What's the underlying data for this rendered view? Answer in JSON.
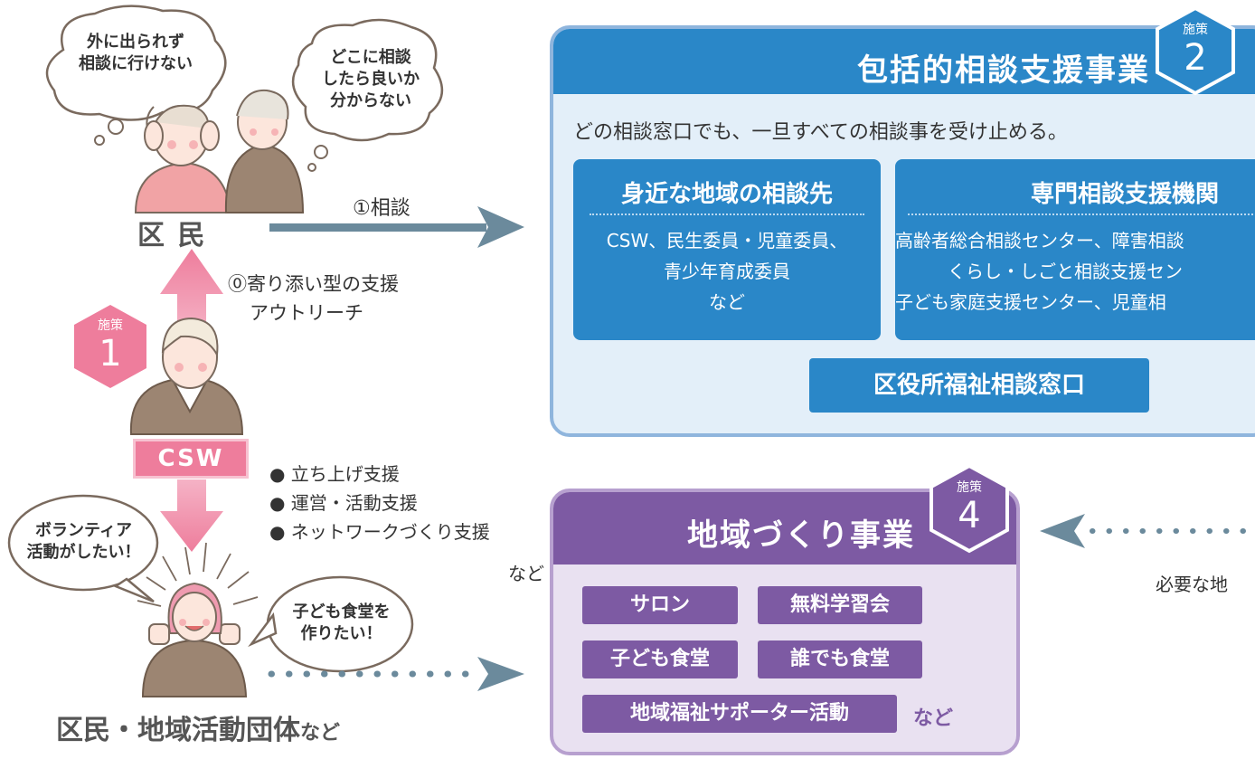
{
  "blue_box": {
    "title": "包括的相談支援事業",
    "badge_label": "施策",
    "badge_number": "2",
    "subtitle": "どの相談窓口でも、一旦すべての相談事を受け止める。",
    "local_card": {
      "title": "身近な地域の相談先",
      "lines": [
        "CSW、民生委員・児童委員、",
        "青少年育成委員",
        "など"
      ]
    },
    "specialist_card": {
      "title": "専門相談支援機関",
      "lines": [
        "高齢者総合相談センター、障害相談",
        "くらし・しごと相談支援セン",
        "子ども家庭支援センター、児童相"
      ]
    },
    "ward_window": "区役所福祉相談窓口"
  },
  "purple_box": {
    "title": "地域づくり事業",
    "badge_label": "施策",
    "badge_number": "4",
    "tags": [
      "サロン",
      "無料学習会",
      "子ども食堂",
      "誰でも食堂",
      "地域福祉サポーター活動"
    ],
    "etc": "など"
  },
  "residents": {
    "label": "区 民",
    "bubble_left": [
      "外に出られず",
      "相談に行けない"
    ],
    "bubble_right": [
      "どこに相談",
      "したら良いか",
      "分からない"
    ],
    "consult_label": "①相談"
  },
  "csw": {
    "label": "CSW",
    "badge_label": "施策",
    "badge_number": "1",
    "support_up": [
      "⓪寄り添い型の支援",
      "アウトリーチ"
    ],
    "support_list": [
      "● 立ち上げ支援",
      "● 運営・活動支援",
      "● ネットワークづくり支援"
    ],
    "support_etc": "など"
  },
  "groups": {
    "label_main": "区民・地域活動団体",
    "label_suffix": "など",
    "bubble_left": [
      "ボランティア",
      "活動がしたい！"
    ],
    "bubble_right": [
      "子ども食堂を",
      "作りたい！"
    ]
  },
  "right_note": "必要な地",
  "colors": {
    "blue": "#2a87c8",
    "blue_light": "#e3eff9",
    "purple": "#7d5aa3",
    "purple_light": "#e9e1f1",
    "pink": "#ef8aa6",
    "grey_arrow": "#6b8a9c"
  }
}
